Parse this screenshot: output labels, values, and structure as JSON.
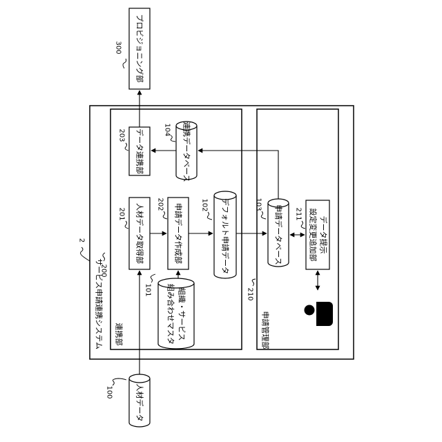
{
  "labels": {
    "n300": "プロビジョニング部",
    "n203": "データ連携部",
    "n104": "連携データベース",
    "n201": "人材データ取得部",
    "n202": "申請データ作成部",
    "n102": "デフォルト申請データ",
    "n103": "申請データベース",
    "n211": [
      "データ提示",
      "設定変更追加部"
    ],
    "n101": [
      "組織・サービス",
      "組み合わせマスタ"
    ],
    "n100": "人材データ",
    "renkei": "連携部",
    "shinsei_kanri": "申請管理部",
    "system": "サービス申請連携システム"
  },
  "refs": {
    "r300": "300",
    "r203": "203",
    "r104": "104",
    "r201": "201",
    "r202": "202",
    "r102": "102",
    "r103": "103",
    "r211": "211",
    "r101": "101",
    "r100": "100",
    "r200": "200",
    "r210": "210",
    "r2": "2"
  }
}
